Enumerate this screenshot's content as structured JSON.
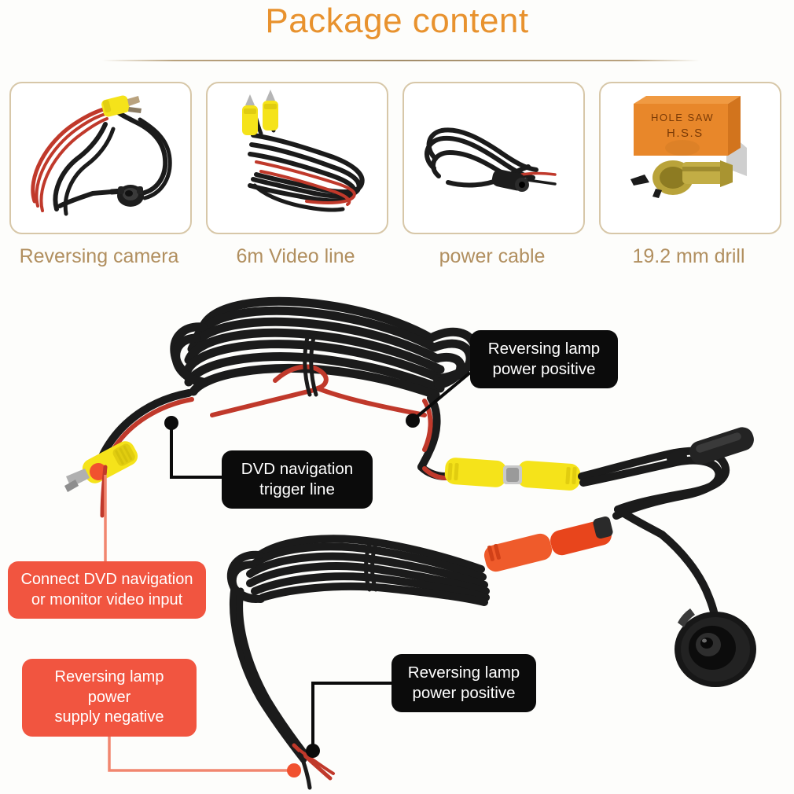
{
  "header": {
    "title": "Package content",
    "title_color": "#e8922e",
    "divider_color": "#b9a27e"
  },
  "products": [
    {
      "id": "reversing-camera",
      "label": "Reversing camera",
      "image_alt": "reversing camera with red and black wire harness and yellow RCA connector"
    },
    {
      "id": "video-line",
      "label": "6m Video line",
      "image_alt": "coiled black and red video cable with two yellow RCA plugs"
    },
    {
      "id": "power-cable",
      "label": "power cable",
      "image_alt": "coiled black power cable with barrel jack and bare red black leads"
    },
    {
      "id": "drill",
      "label": "19.2 mm drill",
      "image_alt": "orange hole saw box with gold hole saw bit",
      "box_text_line1": "HOLE  SAW",
      "box_text_line2": "H.S.S",
      "box_color": "#e8872a"
    }
  ],
  "product_label_color": "#b18f5f",
  "product_border_color": "#d7c7a8",
  "diagram": {
    "alt": "wiring diagram of reversing camera kit with coiled cables, yellow RCA connectors, red power connector and camera module",
    "callouts": [
      {
        "id": "reversing-lamp-power-positive-top",
        "style": "dark",
        "line1": "Reversing lamp",
        "line2": "power positive"
      },
      {
        "id": "dvd-navigation-trigger-line",
        "style": "dark",
        "line1": "DVD navigation",
        "line2": "trigger line"
      },
      {
        "id": "reversing-lamp-power-positive-bottom",
        "style": "dark",
        "line1": "Reversing lamp",
        "line2": "power positive"
      },
      {
        "id": "connect-dvd-navigation",
        "style": "salmon",
        "line1": "Connect DVD navigation",
        "line2": "or monitor video input"
      },
      {
        "id": "reversing-lamp-power-supply-negative",
        "style": "salmon",
        "line1": "Reversing lamp power",
        "line2": "supply negative"
      }
    ],
    "callout_dark_color": "#0b0b0b",
    "callout_salmon_color": "#f15540"
  }
}
